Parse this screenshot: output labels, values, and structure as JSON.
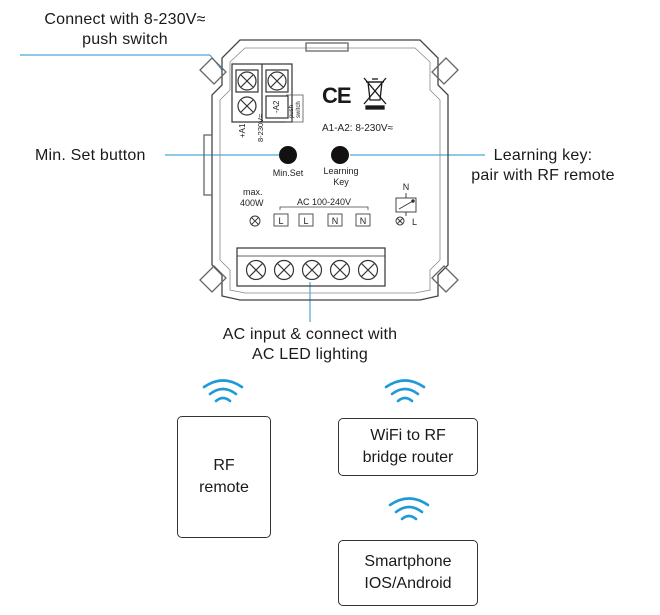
{
  "callouts": {
    "push_switch": [
      "Connect with 8-230V≈",
      "push switch"
    ],
    "min_set": "Min. Set button",
    "learning": [
      "Learning key:",
      "pair with RF remote"
    ],
    "ac_input": [
      "AC input & connect with",
      "AC LED lighting"
    ]
  },
  "device": {
    "ce_mark": "CE",
    "a1_label": "+A1",
    "a2_label": "-A2",
    "voltage_label": "8-230V≈",
    "push_switch_label": [
      "push",
      "switch"
    ],
    "a1a2_label": "A1-A2: 8-230V≈",
    "min_set_label": "Min.Set",
    "learning_label": [
      "Learning",
      "Key"
    ],
    "max_label": [
      "max.",
      "400W"
    ],
    "ac_range": "AC 100-240V",
    "terminals": [
      "L",
      "L",
      "N",
      "N"
    ],
    "n_label": "N",
    "l_label": "L"
  },
  "boxes": {
    "rf_remote": [
      "RF",
      "remote"
    ],
    "wifi_router": [
      "WiFi to RF",
      "bridge router"
    ],
    "smartphone": [
      "Smartphone",
      "IOS/Android"
    ]
  },
  "colors": {
    "accent": "#1e9bd7",
    "line": "#4aa8d8",
    "ink": "#1a1a1a"
  }
}
